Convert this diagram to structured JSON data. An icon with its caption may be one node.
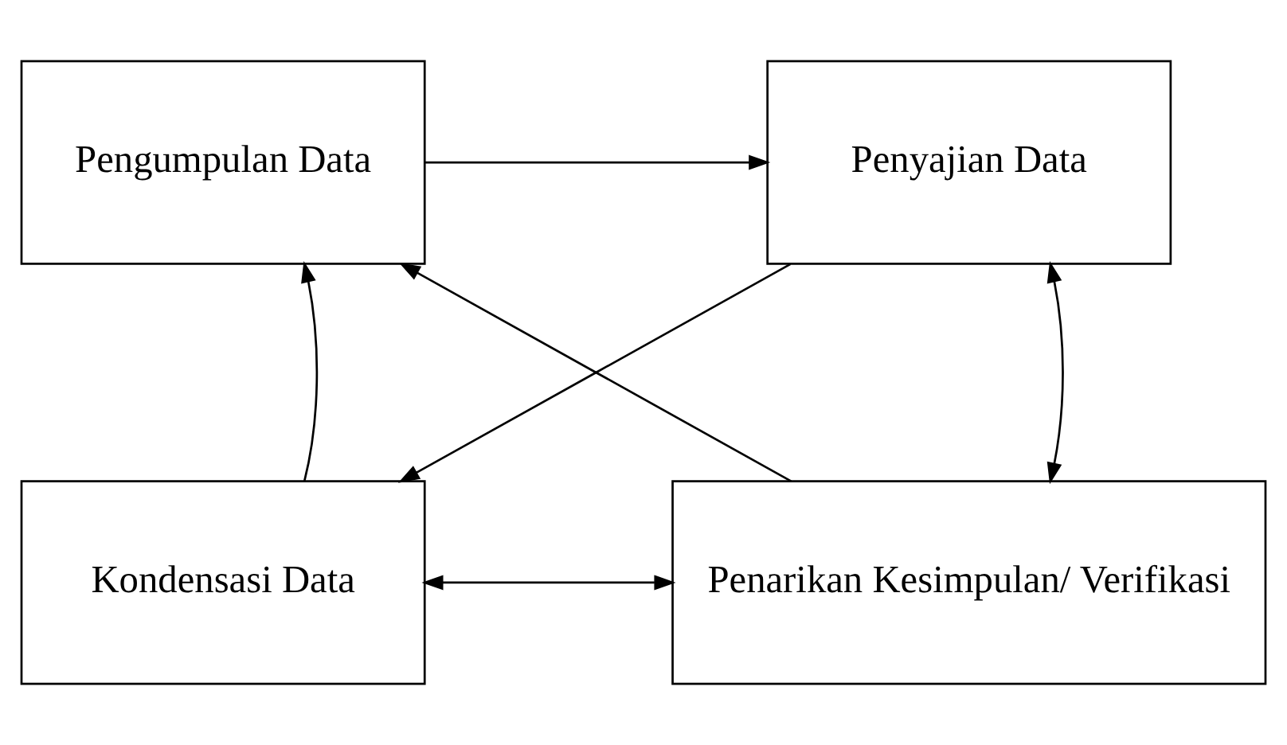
{
  "diagram": {
    "nodes": [
      {
        "text": [
          "Pengumpulan Data"
        ]
      },
      {
        "text": [
          "Penyajian Data"
        ]
      },
      {
        "text": [
          "Kondensasi Data"
        ]
      },
      {
        "text": [
          "Penarikan Kesimpulan/ Verifikasi"
        ]
      }
    ],
    "edges": [
      {
        "from": 0,
        "to": 1,
        "arrow": "to"
      },
      {
        "from": 1,
        "to": 2,
        "arrow": "to"
      },
      {
        "from": 3,
        "to": 0,
        "arrow": "to"
      },
      {
        "from": 1,
        "to": 3,
        "arrow": "both"
      },
      {
        "from": 2,
        "to": 3,
        "arrow": "both"
      },
      {
        "from": 2,
        "to": 0,
        "arrow": "to"
      }
    ]
  }
}
